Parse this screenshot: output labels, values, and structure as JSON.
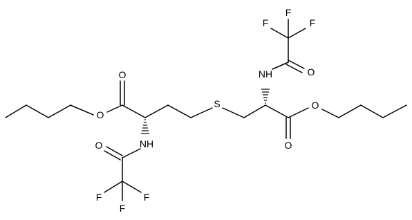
{
  "molecule": {
    "atoms": {
      "O_ester_left": "O",
      "O_carbonyl_left": "O",
      "N_left": "NH",
      "O_amide_left": "O",
      "F_left_1": "F",
      "F_left_2": "F",
      "F_left_3": "F",
      "S": "S",
      "N_right": "NH",
      "O_amide_right": "O",
      "F_right_1": "F",
      "F_right_2": "F",
      "F_right_3": "F",
      "O_carbonyl_right": "O",
      "O_ester_right": "O"
    },
    "colors": {
      "bond": "#000000",
      "label": "#000000",
      "background": "#ffffff"
    }
  }
}
